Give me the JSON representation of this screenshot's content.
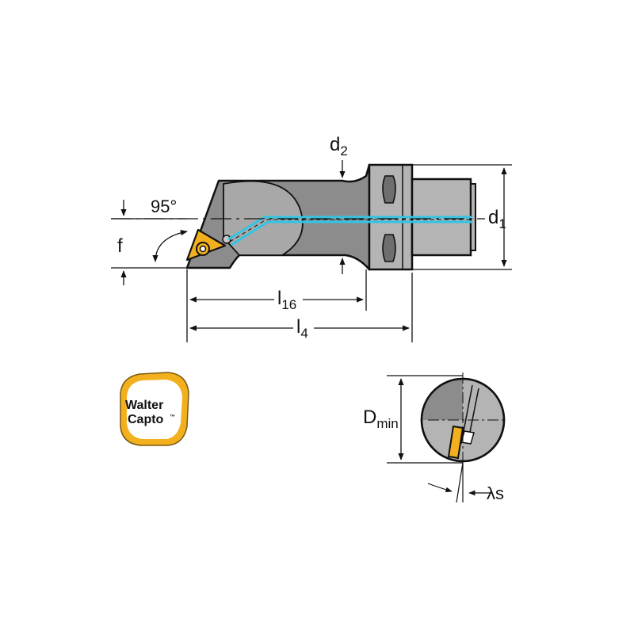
{
  "labels": {
    "angle": "95°",
    "f": "f",
    "d2_main": "d",
    "d2_sub": "2",
    "d1_main": "d",
    "d1_sub": "1",
    "l16_main": "l",
    "l16_sub": "16",
    "l4_main": "l",
    "l4_sub": "4",
    "dmin_main": "D",
    "dmin_sub": "min",
    "lambda": "λs"
  },
  "logo": {
    "line1": "Walter",
    "line2": "Capto",
    "tm": "™"
  },
  "colors": {
    "body": "#8c8c8c",
    "shank": "#b4b4b4",
    "coolant": "#33c4e4",
    "insert": "#f2b01e",
    "logo_ring": "#f2b01e"
  }
}
